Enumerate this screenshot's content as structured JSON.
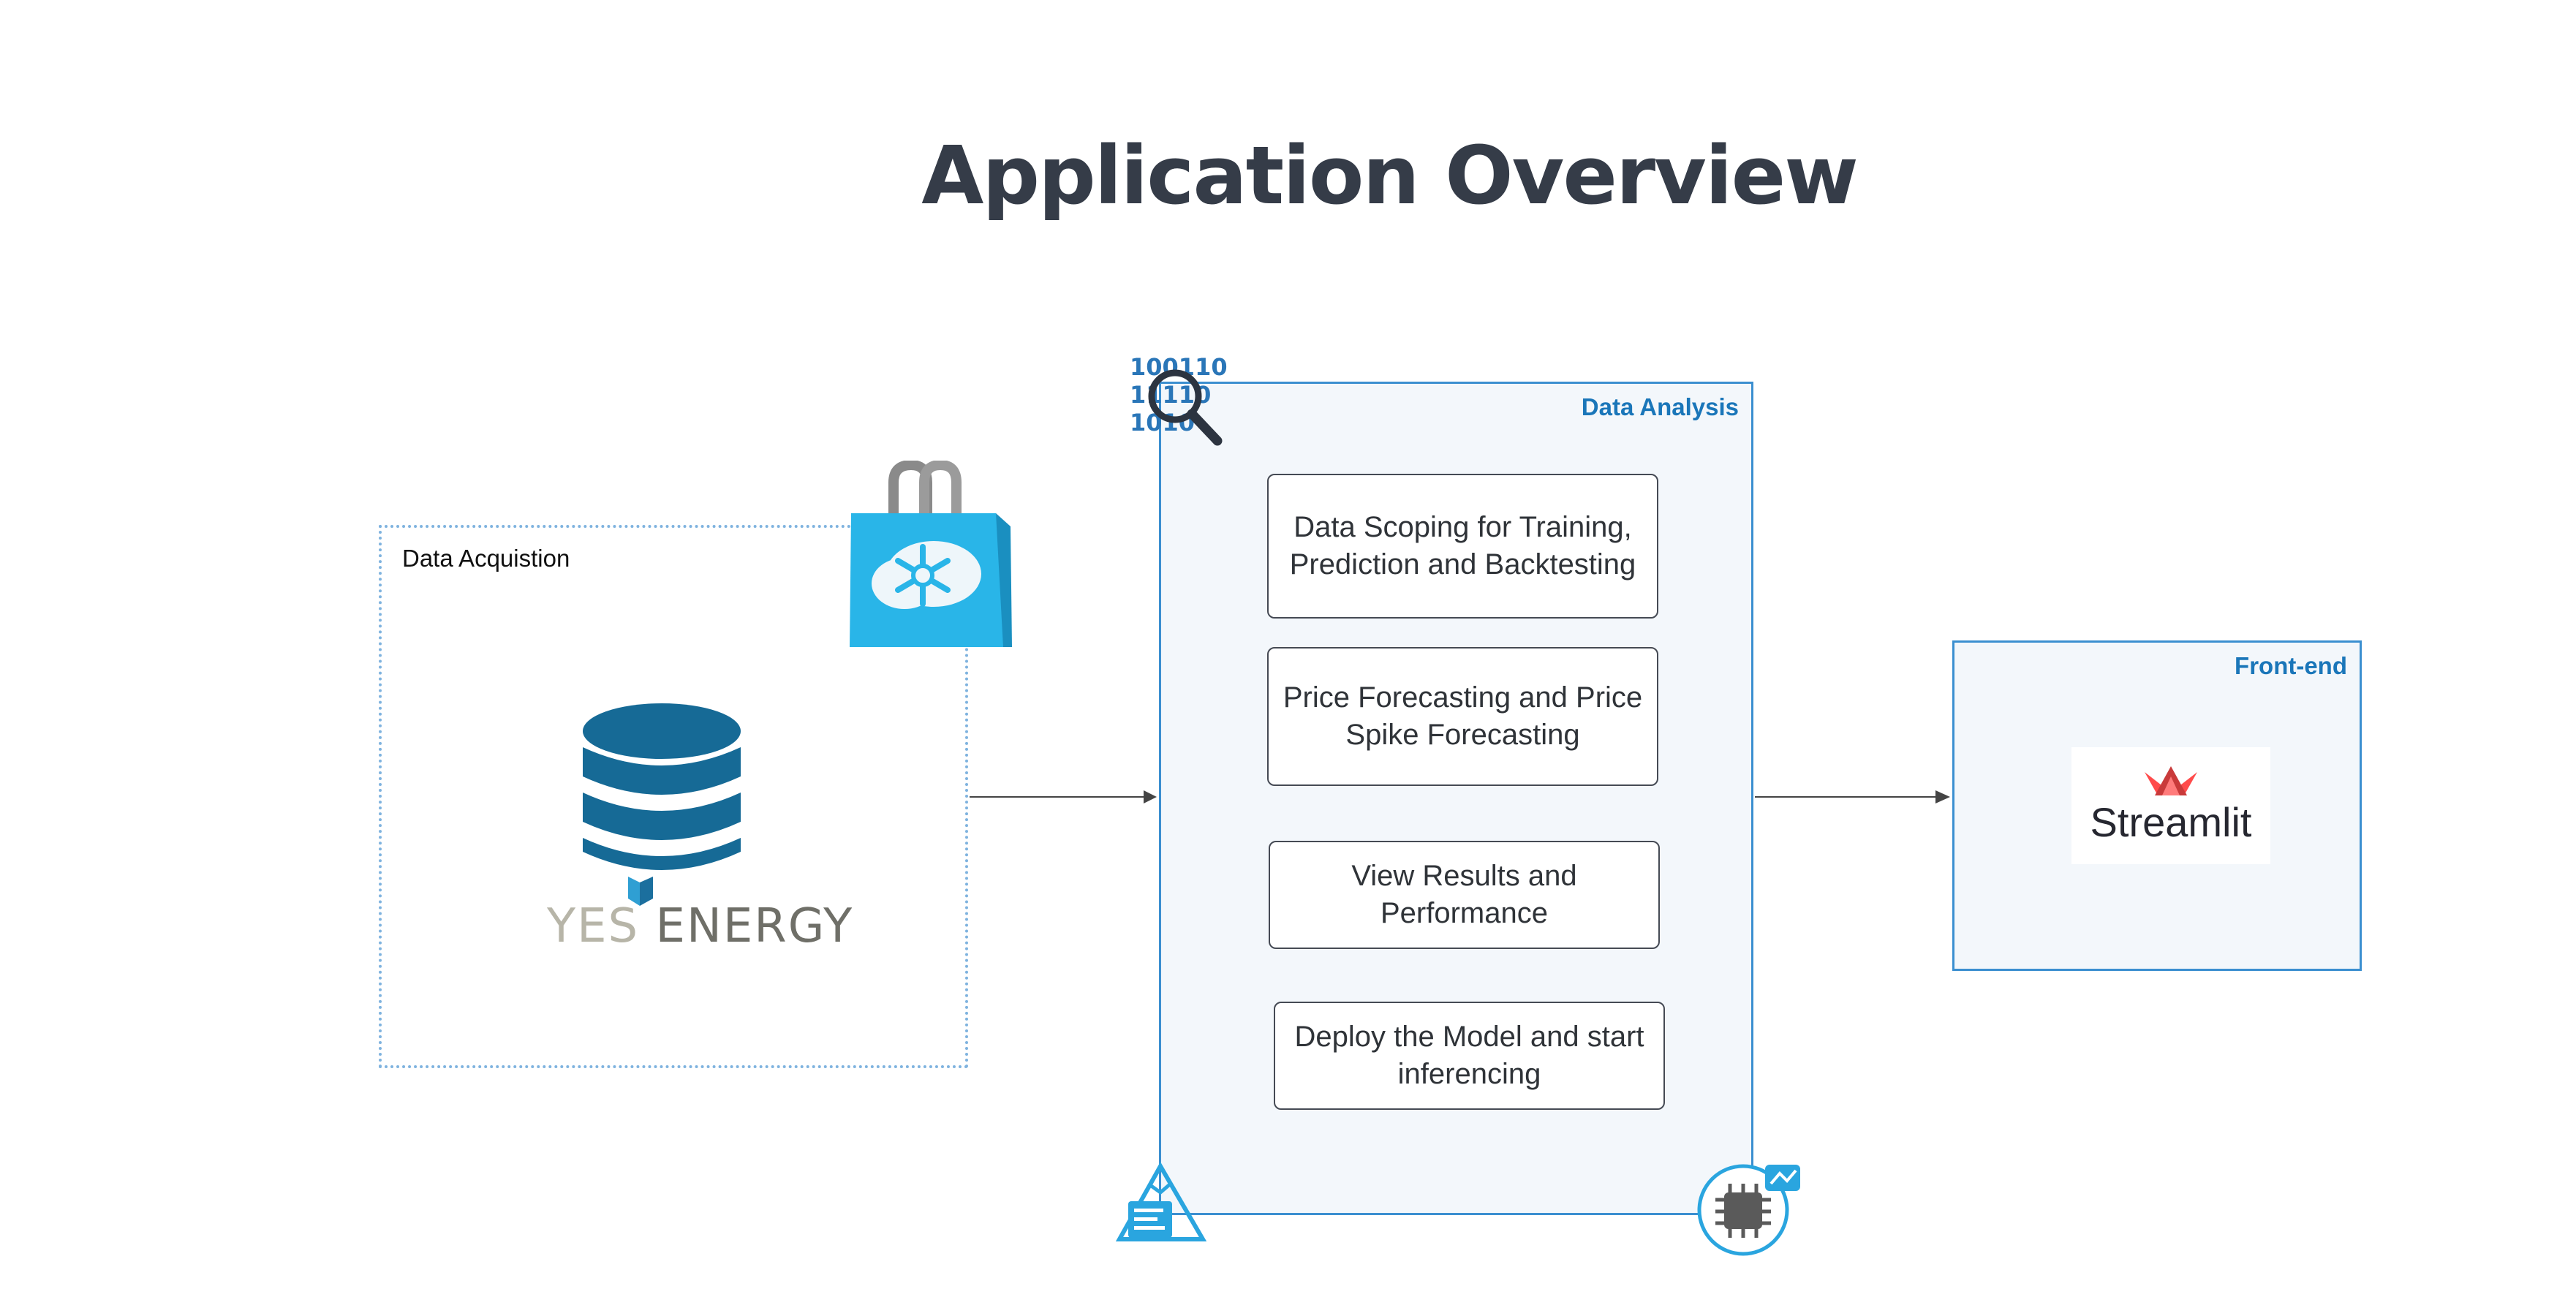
{
  "title": "Application Overview",
  "acquisition": {
    "label": "Data Acquistion",
    "logo_text_part1": "YES",
    "logo_text_part2": " ENERGY"
  },
  "analysis": {
    "label": "Data Analysis",
    "binary_lines": [
      "100110",
      "11110",
      "1010"
    ],
    "steps": [
      "Data Scoping for Training, Prediction and Backtesting",
      "Price Forecasting and Price Spike Forecasting",
      "View Results and Performance",
      "Deploy the Model and start inferencing"
    ]
  },
  "frontend": {
    "label": "Front-end",
    "logo_text": "Streamlit"
  },
  "colors": {
    "accent_blue": "#1a76b9",
    "box_border": "#3b8fd0",
    "db_blue": "#166a96",
    "snow_cyan": "#29b5e8",
    "streamlit_red": "#ff4b4b"
  },
  "icons": {
    "database": "database-icon",
    "marketplace": "snowflake-marketplace-bag-icon",
    "data_search": "binary-magnifier-icon",
    "notebook": "notebook-mountain-icon",
    "ml_chip": "ml-chip-icon",
    "yes_energy": "yes-energy-cube-icon",
    "streamlit": "streamlit-crown-icon"
  }
}
